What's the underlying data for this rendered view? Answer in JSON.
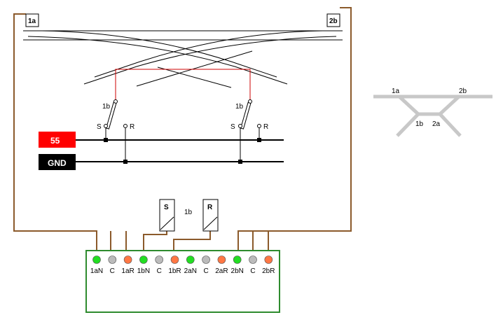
{
  "end_labels": {
    "left": "1a",
    "right": "2b"
  },
  "switch_labels": {
    "left": "1b",
    "right": "1b"
  },
  "contact_labels": {
    "set": "S",
    "reset": "R"
  },
  "power": {
    "label": "55",
    "color": "#ff0000"
  },
  "ground": {
    "label": "GND",
    "color": "#000000"
  },
  "coils": {
    "set": "S",
    "reset": "R",
    "label": "1b"
  },
  "terminals": [
    {
      "label": "1aN",
      "color": "#22dd22"
    },
    {
      "label": "C",
      "color": "#bbbbbb"
    },
    {
      "label": "1aR",
      "color": "#ff7744"
    },
    {
      "label": "1bN",
      "color": "#22dd22"
    },
    {
      "label": "C",
      "color": "#bbbbbb"
    },
    {
      "label": "1bR",
      "color": "#ff7744"
    },
    {
      "label": "2aN",
      "color": "#22dd22"
    },
    {
      "label": "C",
      "color": "#bbbbbb"
    },
    {
      "label": "2aR",
      "color": "#ff7744"
    },
    {
      "label": "2bN",
      "color": "#22dd22"
    },
    {
      "label": "C",
      "color": "#bbbbbb"
    },
    {
      "label": "2bR",
      "color": "#ff7744"
    }
  ],
  "track_schematic": {
    "labels": [
      "1a",
      "2b",
      "1b",
      "2a"
    ],
    "color": "#c8c8c8"
  },
  "colors": {
    "wire_brown": "#8b5a2b",
    "wire_red": "#cc0000",
    "module_border": "#2e8b2e"
  }
}
